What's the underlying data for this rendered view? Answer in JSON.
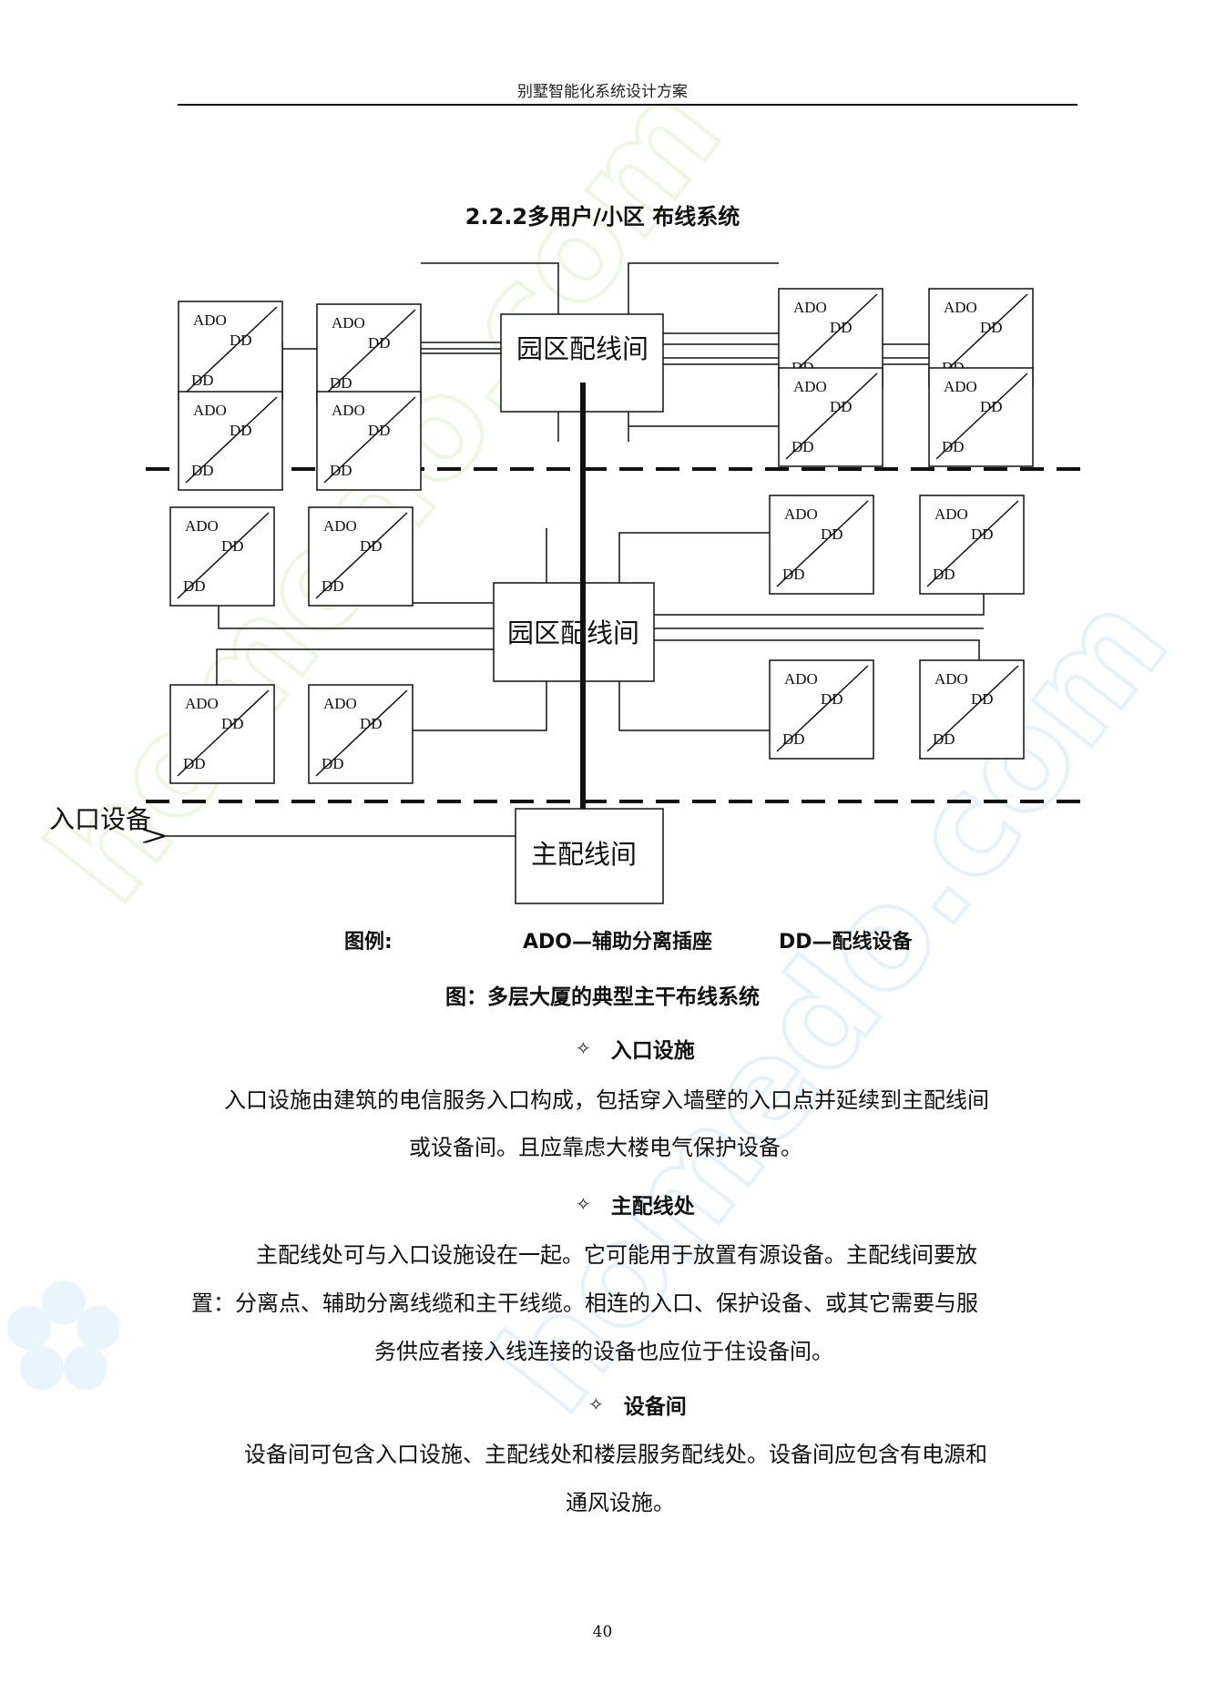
{
  "header": {
    "running_title": "别墅智能化系统设计方案"
  },
  "section_title": "2.2.2多用户/小区 布线系统",
  "diagram": {
    "top_room_label": "园区配线间",
    "middle_room_label": "园区配线间",
    "main_room_label": "主配线间",
    "entrance_label": "入口设备",
    "outlet_top_label": "ADO",
    "outlet_mid_label": "DD",
    "outlet_bottom_label": "DD"
  },
  "legend": {
    "prefix": "图例:",
    "ado": "ADO—辅助分离插座",
    "dd": "DD—配线设备"
  },
  "figure_caption": "图：多层大厦的典型主干布线系统",
  "sections": [
    {
      "title": "入口设施",
      "lines": [
        "入口设施由建筑的电信服务入口构成，包括穿入墙壁的入口点并延续到主配线间",
        "或设备间。且应靠虑大楼电气保护设备。"
      ]
    },
    {
      "title": "主配线处",
      "lines": [
        "主配线处可与入口设施设在一起。它可能用于放置有源设备。主配线间要放",
        "置：分离点、辅助分离线缆和主干线缆。相连的入口、保护设备、或其它需要与服",
        "务供应者接入线连接的设备也应位于住设备间。"
      ]
    },
    {
      "title": "设备间",
      "lines": [
        "设备间可包含入口设施、主配线处和楼层服务配线处。设备间应包含有电源和",
        "通风设施。"
      ]
    }
  ],
  "bullet_symbol": "✧",
  "page_number": "40",
  "watermark": {
    "text": "homedo.com",
    "brand_color": "#8ec9e8",
    "accent_color": "#c8e6a0"
  }
}
